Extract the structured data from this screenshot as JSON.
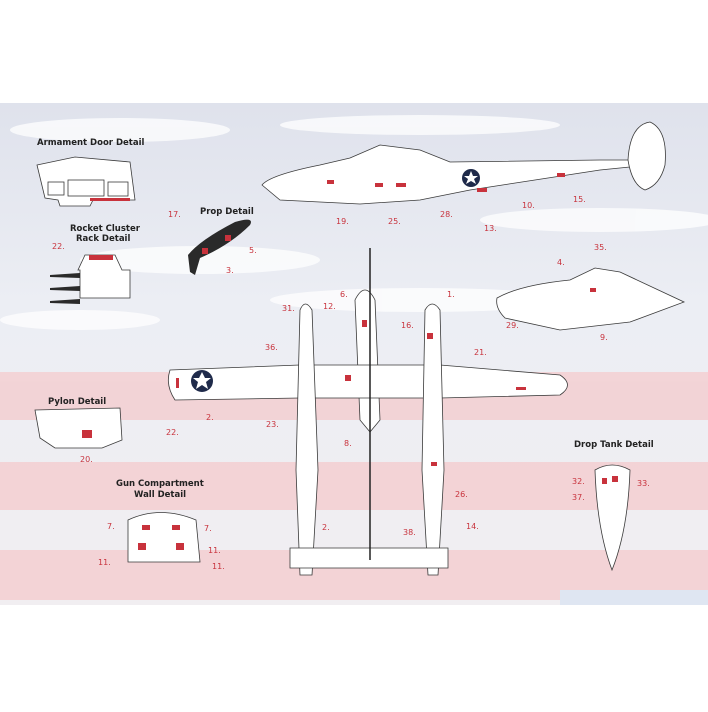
{
  "titles": {
    "armament_door": "Armament Door Detail",
    "prop": "Prop Detail",
    "rocket_rack_1": "Rocket Cluster",
    "rocket_rack_2": "Rack Detail",
    "pylon": "Pylon Detail",
    "gun_wall_1": "Gun Compartment",
    "gun_wall_2": "Wall Detail",
    "drop_tank": "Drop Tank Detail"
  },
  "callouts": [
    "17.",
    "22.",
    "5.",
    "3.",
    "19.",
    "25.",
    "28.",
    "13.",
    "10.",
    "15.",
    "35.",
    "4.",
    "29.",
    "9.",
    "31.",
    "12.",
    "6.",
    "16.",
    "1.",
    "36.",
    "21.",
    "22.",
    "2.",
    "23.",
    "8.",
    "26.",
    "20.",
    "32.",
    "33.",
    "37.",
    "7.",
    "7.",
    "11.",
    "11.",
    "11.",
    "2.",
    "38.",
    "14."
  ],
  "colors": {
    "decal": "#c8323c",
    "line": "#3a3a3a",
    "sky": "#e4e6ee",
    "stripe": "#f3c9cc"
  }
}
